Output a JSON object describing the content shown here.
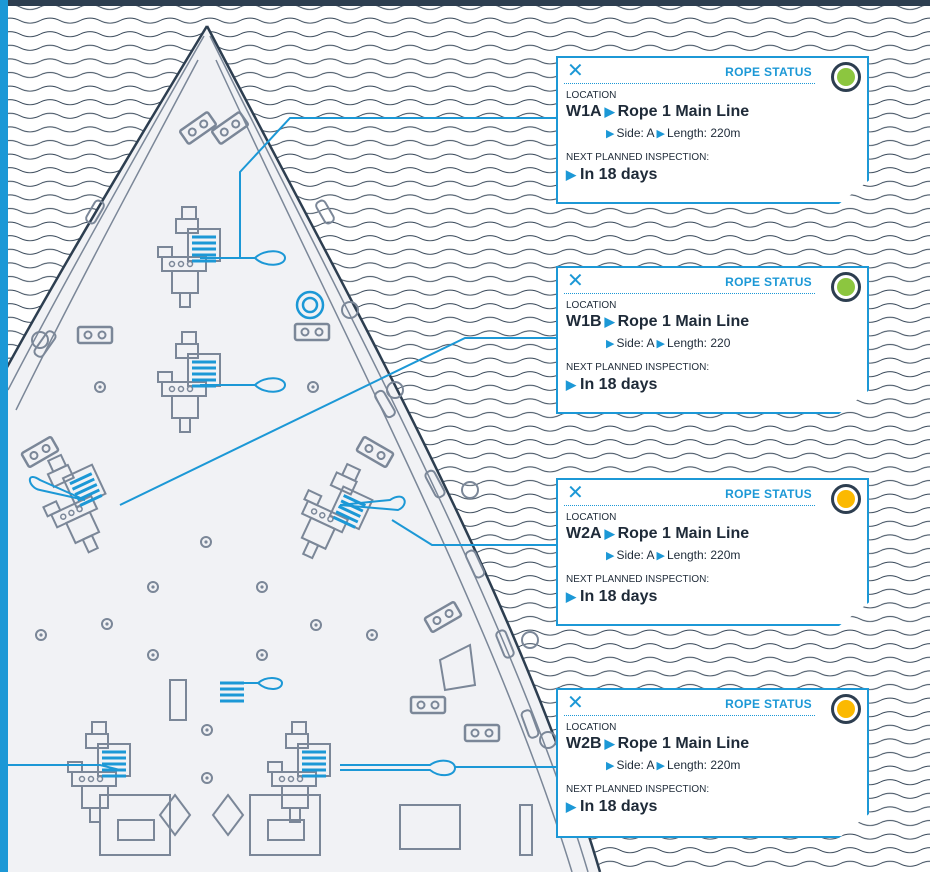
{
  "colors": {
    "accent": "#1c98d6",
    "ink": "#2d3e50",
    "equipment": "#7b8798",
    "deck": "#f1f2f5",
    "status_green": "#8cc63f",
    "status_amber": "#fbb900"
  },
  "icons": {
    "close": "close-icon",
    "pointer": "triangle-right-icon"
  },
  "cards": [
    {
      "close_symbol": "✕",
      "status_title": "ROPE STATUS",
      "status_color": "#8cc63f",
      "location_label": "LOCATION",
      "code": "W1A",
      "name": "Rope 1 Main Line",
      "side": "Side: A",
      "length": "Length: 220m",
      "inspection_label": "NEXT PLANNED INSPECTION:",
      "inspection_value": "In 18 days"
    },
    {
      "close_symbol": "✕",
      "status_title": "ROPE STATUS",
      "status_color": "#8cc63f",
      "location_label": "LOCATION",
      "code": "W1B",
      "name": "Rope 1 Main Line",
      "side": "Side: A",
      "length": "Length: 220",
      "inspection_label": "NEXT PLANNED INSPECTION:",
      "inspection_value": "In 18 days"
    },
    {
      "close_symbol": "✕",
      "status_title": "ROPE STATUS",
      "status_color": "#fbb900",
      "location_label": "LOCATION",
      "code": "W2A",
      "name": "Rope 1 Main Line",
      "side": "Side: A",
      "length": "Length: 220m",
      "inspection_label": "NEXT PLANNED INSPECTION:",
      "inspection_value": "In 18 days"
    },
    {
      "close_symbol": "✕",
      "status_title": "ROPE STATUS",
      "status_color": "#fbb900",
      "location_label": "LOCATION",
      "code": "W2B",
      "name": "Rope 1 Main Line",
      "side": "Side: A",
      "length": "Length: 220m",
      "inspection_label": "NEXT PLANNED INSPECTION:",
      "inspection_value": "In 18 days"
    }
  ]
}
